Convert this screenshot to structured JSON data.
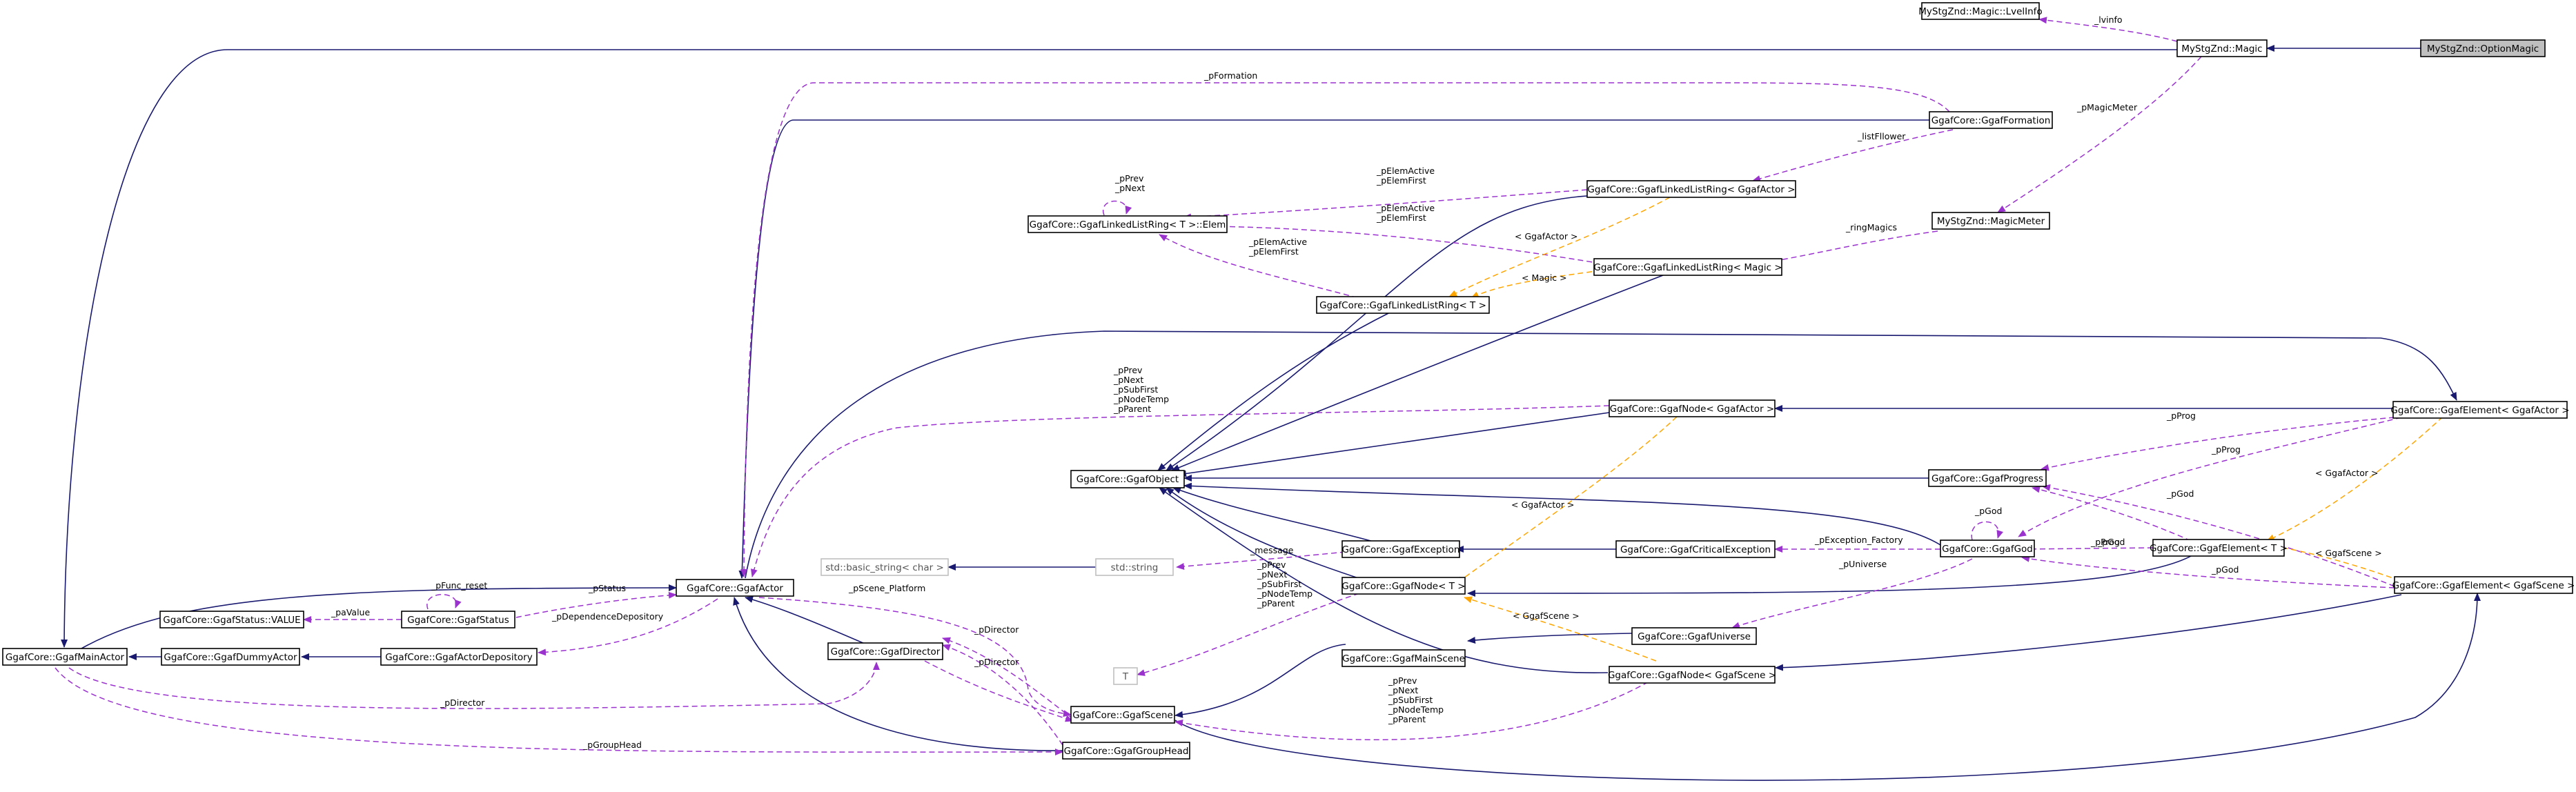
{
  "nodes": {
    "optionMagic": "MyStgZnd::OptionMagic",
    "magic": "MyStgZnd::Magic",
    "lvinfo": "MyStgZnd::Magic::LvelInfo",
    "magicMeter": "MyStgZnd::MagicMeter",
    "formation": "GgafCore::GgafFormation",
    "llrActor": "GgafCore::GgafLinkedListRing< GgafActor >",
    "llrElem": "GgafCore::GgafLinkedListRing< T >::Elem",
    "llrMagic": "GgafCore::GgafLinkedListRing< Magic >",
    "llrT": "GgafCore::GgafLinkedListRing< T >",
    "elemActor": "GgafCore::GgafElement< GgafActor >",
    "nodeActor": "GgafCore::GgafNode< GgafActor >",
    "object": "GgafCore::GgafObject",
    "progress": "GgafCore::GgafProgress",
    "god": "GgafCore::GgafGod",
    "elemT": "GgafCore::GgafElement< T >",
    "exception": "GgafCore::GgafException",
    "critException": "GgafCore::GgafCriticalException",
    "elemScene": "GgafCore::GgafElement< GgafScene >",
    "basicString": "std::basic_string< char >",
    "stdString": "std::string",
    "nodeT": "GgafCore::GgafNode< T >",
    "actor": "GgafCore::GgafActor",
    "universe": "GgafCore::GgafUniverse",
    "statusValue": "GgafCore::GgafStatus::VALUE",
    "status": "GgafCore::GgafStatus",
    "mainActor": "GgafCore::GgafMainActor",
    "dummyActor": "GgafCore::GgafDummyActor",
    "actorDepo": "GgafCore::GgafActorDepository",
    "director": "GgafCore::GgafDirector",
    "mainScene": "GgafCore::GgafMainScene",
    "nodeScene": "GgafCore::GgafNode< GgafScene >",
    "T": "T",
    "scene": "GgafCore::GgafScene",
    "groupHead": "GgafCore::GgafGroupHead"
  },
  "edge_labels": {
    "lvinfo": "_lvinfo",
    "pMagicMeter": "_pMagicMeter",
    "pFormation": "_pFormation",
    "listFllower": "_listFllower",
    "ringMagics": "_ringMagics",
    "elemActiveFirst1": "_pElemActive\n_pElemFirst",
    "elemActiveFirst2": "_pElemActive\n_pElemFirst",
    "elemActiveFirst3": "_pElemActive\n_pElemFirst",
    "prevNext": "_pPrev\n_pNext",
    "tplGgafActor1": "< GgafActor >",
    "tplMagic": "< Magic >",
    "actorNodeLinks": "_pPrev\n_pNext\n_pSubFirst\n_pNodeTemp\n_pParent",
    "pProg1": "_pProg",
    "pGod1": "_pGod",
    "pProg2": "_pProg",
    "pProg3": "_pProg",
    "tplGgafActor2": "< GgafActor >",
    "tplGgafActor3": "< GgafActor >",
    "pGodSelf": "_pGod",
    "pGod2": "_pGod",
    "pGod3": "_pGod",
    "tplGgafScene1": "< GgafScene >",
    "pExceptionFactory": "_pException_Factory",
    "pUniverse": "_pUniverse",
    "message": "_message",
    "nodeTLinks": "_pPrev\n_pNext\n_pSubFirst\n_pNodeTemp\n_pParent",
    "tplGgafScene2": "< GgafScene >",
    "pStatus": "_pStatus",
    "pFuncReset": "_pFunc_reset",
    "paValue": "_paValue",
    "pDependenceDepository": "_pDependenceDepository",
    "pSceneDirector": "_pScene_Platform",
    "pDirector1": "_pDirector",
    "pDirector2": "_pDirector",
    "pDirector3": "_pDirector",
    "sceneLinks": "_pPrev\n_pNext\n_pSubFirst\n_pNodeTemp\n_pParent",
    "pGroupHead": "_pGroupHead"
  },
  "colors": {
    "inheritance": "#191970",
    "usage": "#9a32cd",
    "template": "#ffa500",
    "root_fill": "#bfbfbf",
    "external_border": "#bfbfbf"
  },
  "legend": {
    "inheritance": "solid dark blue arrow",
    "usage": "dashed purple arrow",
    "template": "dashed orange arrow"
  }
}
